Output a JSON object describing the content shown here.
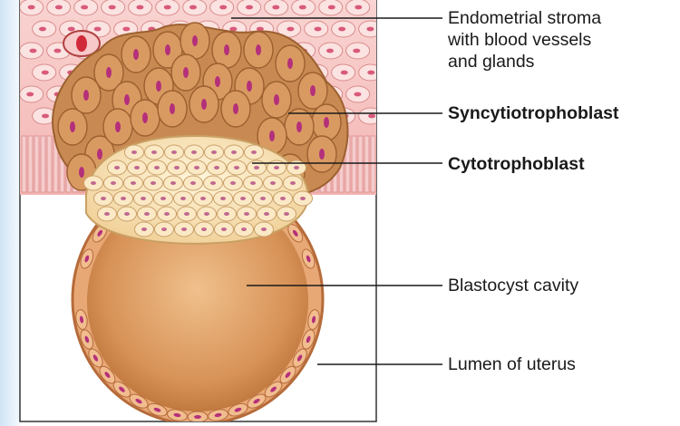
{
  "labels": {
    "endometrial_stroma": {
      "lines": [
        "Endometrial stroma",
        "with blood vessels",
        "and glands"
      ]
    },
    "syncytiotrophoblast": {
      "text": "Syncytiotrophoblast"
    },
    "cytotrophoblast": {
      "text": "Cytotrophoblast"
    },
    "blastocyst_cavity": {
      "text": "Blastocyst cavity"
    },
    "lumen_of_uterus": {
      "text": "Lumen of uterus"
    }
  },
  "colors": {
    "stroma": "#f6c6c6",
    "cell_outline": "#d98b8b",
    "syncytio": "#c98a52",
    "cytotrophoblast": "#f5deb0",
    "cavity": "#d4925a",
    "nucleus": "#b4307a",
    "leader_line": "#1a1a1a"
  }
}
